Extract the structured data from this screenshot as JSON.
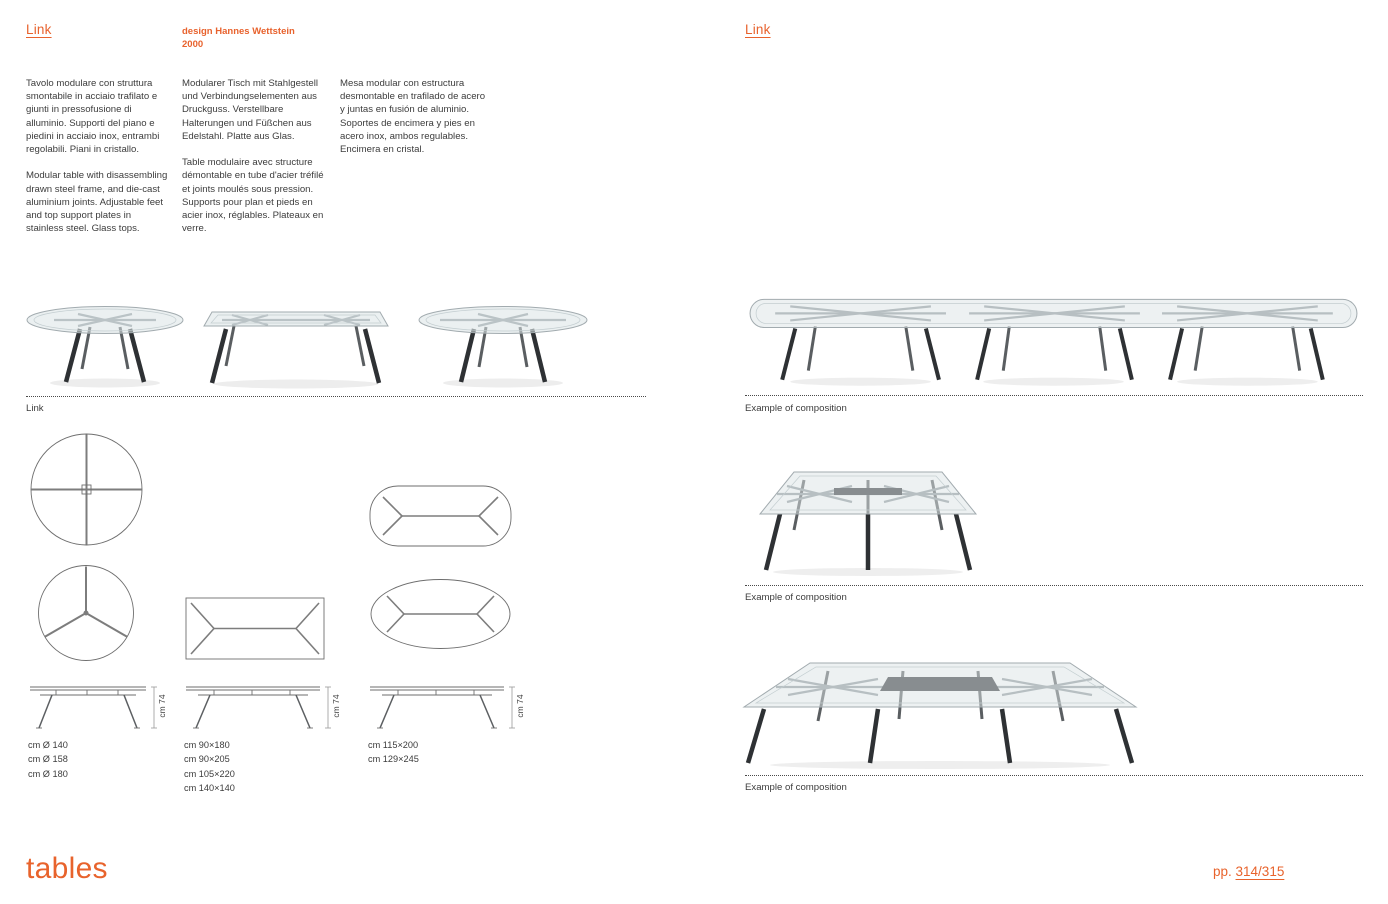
{
  "accent_color": "#e8622d",
  "left_page": {
    "header_link": "Link",
    "credit_line1": "design Hannes Wettstein",
    "credit_line2": "2000",
    "col1_para1": "Tavolo modulare con struttura smontabile in acciaio trafilato e giunti in pressofusione di alluminio. Supporti del piano e piedini in acciaio inox, entrambi regolabili. Piani in cristallo.",
    "col1_para2": "Modular table with disassembling drawn steel frame, and die-cast aluminium joints. Adjustable feet and top support plates in stainless steel. Glass tops.",
    "col2_para1": "Modularer Tisch mit Stahlgestell und Verbindungselementen aus Druckguss. Verstellbare Halterungen und Füßchen aus Edelstahl. Platte aus Glas.",
    "col2_para2": "Table modulaire avec structure démontable en tube d'acier tréfilé et joints moulés sous pression. Supports pour plan et pieds en acier inox, réglables. Plateaux en verre.",
    "col3_para1": "Mesa modular con estructura desmontable en trafilado de acero y juntas en fusión de aluminio. Soportes de encimera y pies en acero inox, ambos regulables. Encimera en cristal.",
    "product_label": "Link",
    "footer_title": "tables"
  },
  "right_page": {
    "header_link": "Link",
    "composition_labels": [
      "Example of composition",
      "Example of composition",
      "Example of composition"
    ],
    "pages_prefix": "pp. ",
    "pages_number": "314/315"
  },
  "dimensions": {
    "height_label": "cm 74",
    "round": [
      "cm Ø 140",
      "cm Ø 158",
      "cm Ø 180"
    ],
    "rectangular": [
      "cm 90×180",
      "cm 90×205",
      "cm 105×220",
      "cm 140×140"
    ],
    "oval": [
      "cm 115×200",
      "cm 129×245"
    ]
  }
}
